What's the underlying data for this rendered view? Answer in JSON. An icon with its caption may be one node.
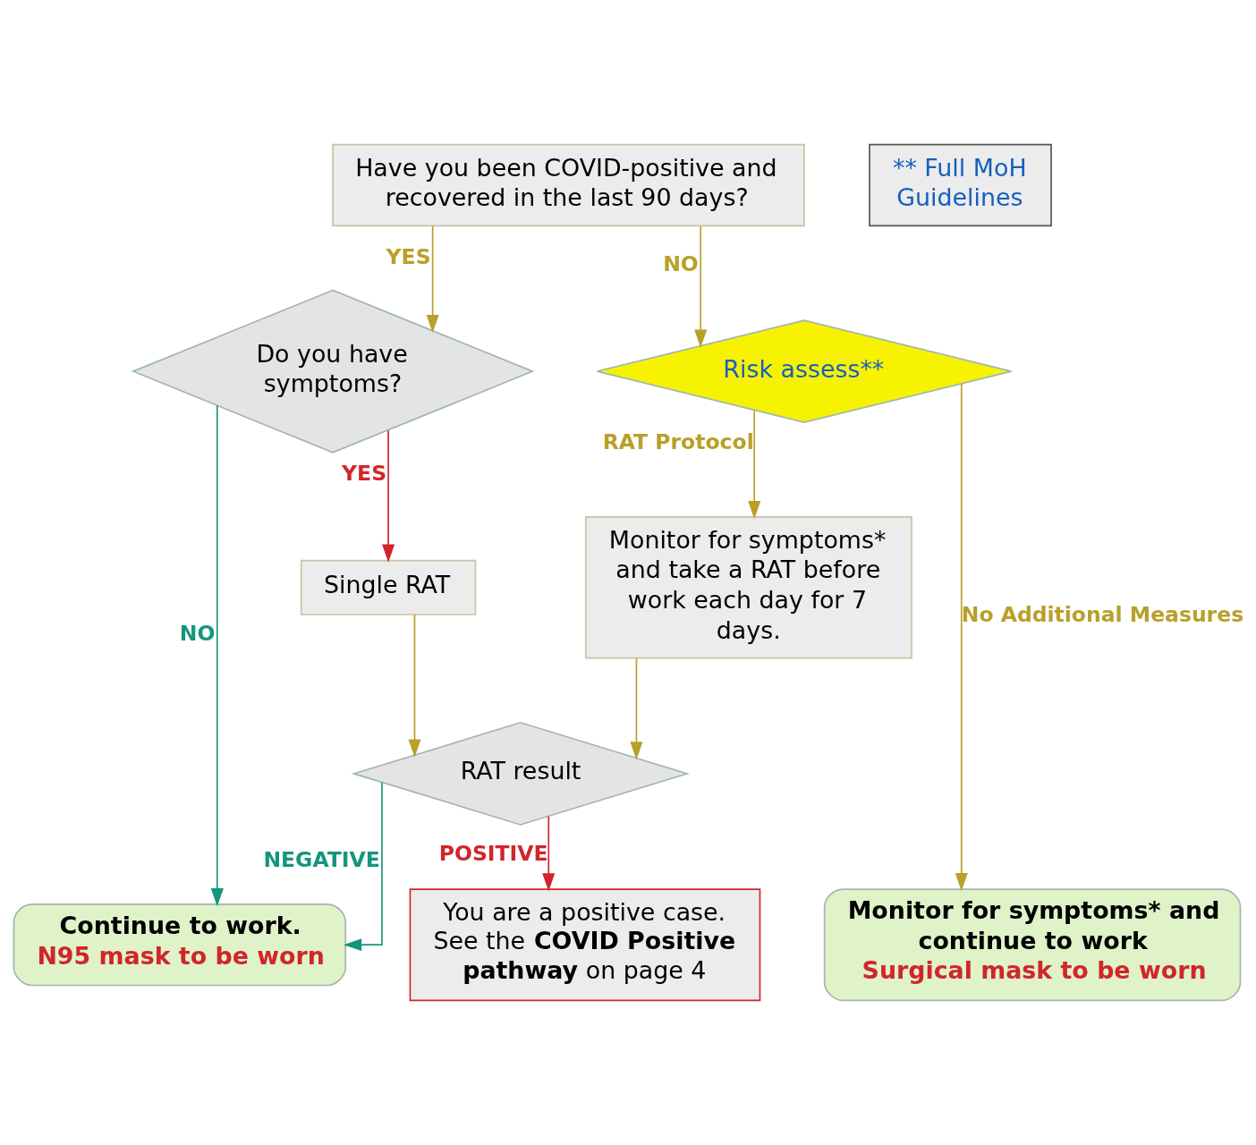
{
  "diagram": {
    "nodes": [
      {
        "text": [
          "Have you been COVID-positive and recovered in the last 90 days?"
        ]
      },
      {
        "text": [
          "Do you have symptoms?"
        ]
      },
      {
        "text": [
          "Risk assess**"
        ]
      },
      {
        "text": [
          "Single RAT"
        ]
      },
      {
        "text": [
          "Monitor for symptoms* and take a RAT before work each day for 7 days."
        ]
      },
      {
        "text": [
          "** Full MoH Guidelines"
        ]
      },
      {
        "text": [
          "RAT result"
        ]
      },
      {
        "text": [
          "Continue to work.",
          "N95 mask to be worn"
        ]
      },
      {
        "text": [
          "Monitor for symptoms* and continue to work",
          "Surgical mask to be worn"
        ]
      },
      {
        "text": [
          "You are a positive case. See the **COVID Positive pathway** on page 4"
        ]
      }
    ],
    "edges": [
      {
        "from": 0,
        "to": 1,
        "arrow": "to",
        "label": "YES"
      },
      {
        "from": 0,
        "to": 2,
        "arrow": "to",
        "label": "NO"
      },
      {
        "from": 1,
        "to": 3,
        "arrow": "to",
        "label": "YES",
        "color": "#d0262b"
      },
      {
        "from": 1,
        "to": 7,
        "arrow": "to",
        "label": "NO",
        "color": "#14967e"
      },
      {
        "from": 2,
        "to": 4,
        "arrow": "to",
        "label": "RAT Protocol"
      },
      {
        "from": 2,
        "to": 8,
        "arrow": "to",
        "label": "No Additional Measures"
      },
      {
        "from": 3,
        "to": 6,
        "arrow": "to"
      },
      {
        "from": 4,
        "to": 6,
        "arrow": "to"
      },
      {
        "from": 6,
        "to": 7,
        "arrow": "to",
        "label": "NEGATIVE",
        "color": "#14967e"
      },
      {
        "from": 6,
        "to": 9,
        "arrow": "to",
        "label": "POSITIVE",
        "color": "#d0262b"
      }
    ]
  }
}
